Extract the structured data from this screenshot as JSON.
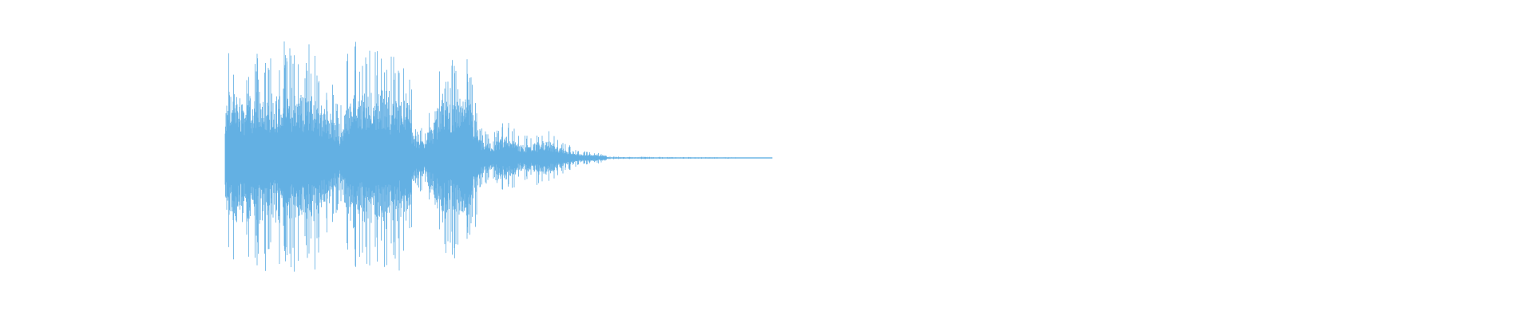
{
  "chart_data": {
    "type": "area",
    "title": "",
    "xlabel": "",
    "ylabel": "",
    "grid": false,
    "color": "#5dade2",
    "ylim": [
      -1,
      1
    ],
    "xlim": [
      0,
      1920
    ],
    "description_of_axes": "",
    "envelope": [
      {
        "t": 0,
        "amp": 0.6
      },
      {
        "t": 3,
        "amp": 1.0
      },
      {
        "t": 20,
        "amp": 0.9
      },
      {
        "t": 40,
        "amp": 0.95
      },
      {
        "t": 60,
        "amp": 0.95
      },
      {
        "t": 75,
        "amp": 1.0
      },
      {
        "t": 90,
        "amp": 0.95
      },
      {
        "t": 105,
        "amp": 0.7
      },
      {
        "t": 118,
        "amp": 0.45
      },
      {
        "t": 127,
        "amp": 1.0
      },
      {
        "t": 145,
        "amp": 0.95
      },
      {
        "t": 158,
        "amp": 1.0
      },
      {
        "t": 170,
        "amp": 0.95
      },
      {
        "t": 187,
        "amp": 0.9
      },
      {
        "t": 195,
        "amp": 0.3
      },
      {
        "t": 205,
        "amp": 0.3
      },
      {
        "t": 210,
        "amp": 0.5
      },
      {
        "t": 222,
        "amp": 0.9
      },
      {
        "t": 235,
        "amp": 0.85
      },
      {
        "t": 249,
        "amp": 0.88
      },
      {
        "t": 256,
        "amp": 0.6
      },
      {
        "t": 262,
        "amp": 0.25
      },
      {
        "t": 275,
        "amp": 0.2
      },
      {
        "t": 288,
        "amp": 0.36
      },
      {
        "t": 300,
        "amp": 0.2
      },
      {
        "t": 315,
        "amp": 0.2
      },
      {
        "t": 326,
        "amp": 0.26
      },
      {
        "t": 335,
        "amp": 0.22
      },
      {
        "t": 345,
        "amp": 0.15
      },
      {
        "t": 360,
        "amp": 0.07
      },
      {
        "t": 380,
        "amp": 0.05
      },
      {
        "t": 390,
        "amp": 0.04
      },
      {
        "t": 392,
        "amp": 0.012
      },
      {
        "t": 470,
        "amp": 0.008
      },
      {
        "t": 530,
        "amp": 0.005
      },
      {
        "t": 560,
        "amp": 0.003
      }
    ]
  }
}
